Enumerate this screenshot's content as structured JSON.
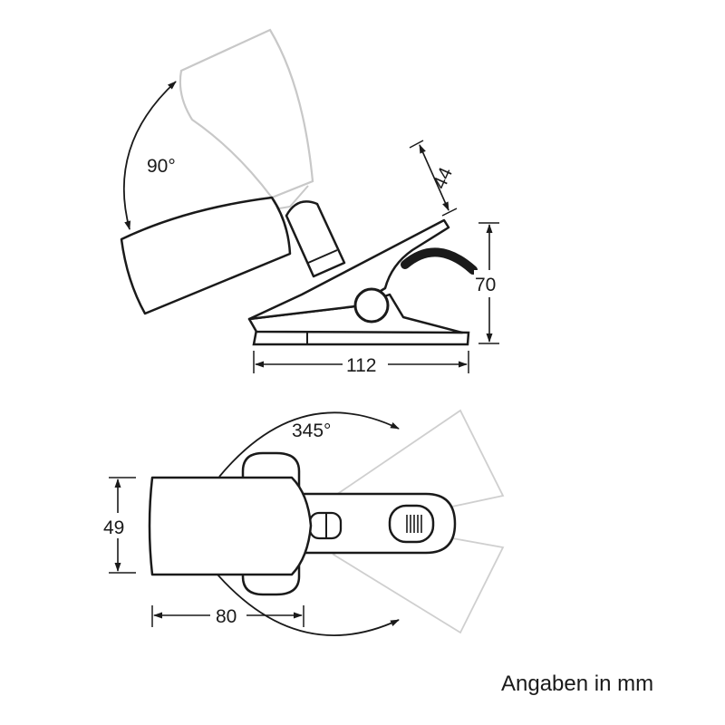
{
  "dimensions": {
    "tilt_angle": "90°",
    "head_diameter": "44",
    "clip_height": "70",
    "clip_length": "112",
    "rotation_angle": "345°",
    "head_width_top": "49",
    "head_length_top": "80"
  },
  "caption": "Angaben in mm",
  "colors": {
    "line": "#1a1a1a",
    "ghost": "#c8c8c8",
    "fill": "#ffffff"
  }
}
